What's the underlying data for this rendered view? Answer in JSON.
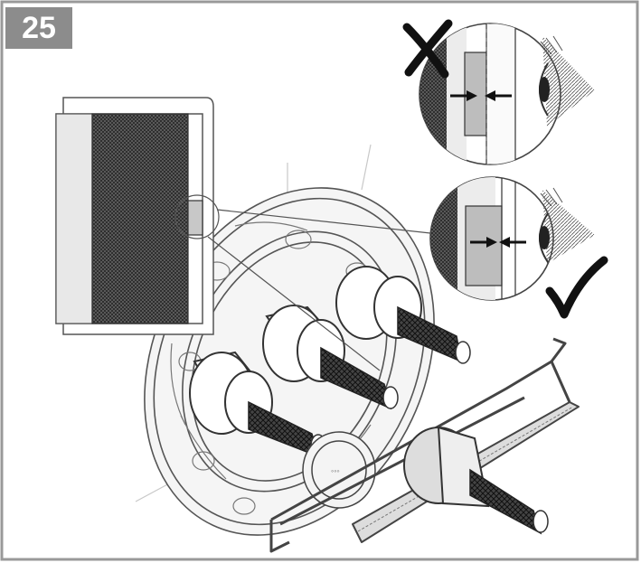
{
  "step": {
    "number": "25"
  },
  "indicators": {
    "wrong": "x-mark",
    "correct": "check-mark"
  },
  "colors": {
    "badge": "#8c8c8c",
    "stroke": "#333333",
    "fill_light": "#e6e6e6",
    "fill_mid": "#bdbdbd",
    "fill_dark": "#555555"
  }
}
